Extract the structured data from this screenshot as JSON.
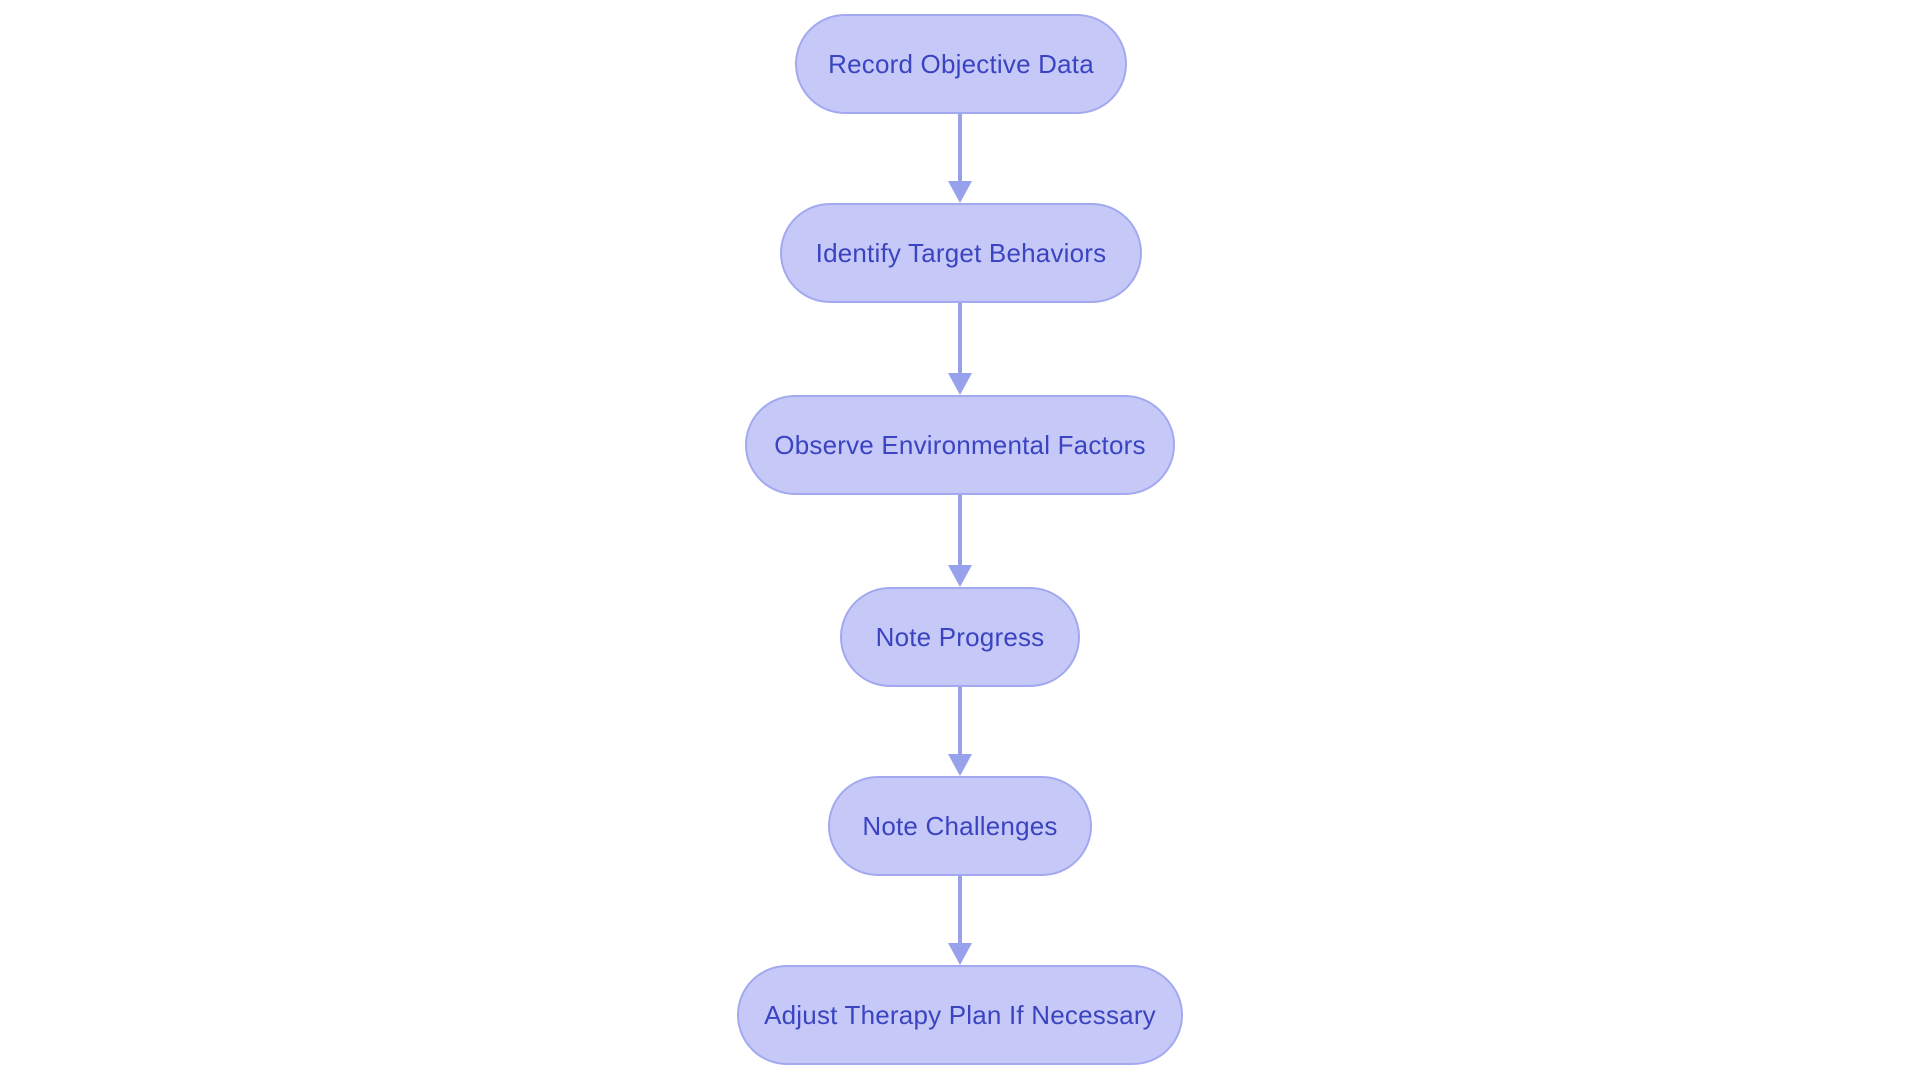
{
  "flowchart": {
    "type": "vertical-flowchart",
    "colors": {
      "canvas-bg": "#ffffff",
      "node-fill": "#c6c9f8",
      "node-border": "#a2a9ef",
      "node-text": "#3b44c0",
      "arrow": "#98a1ec"
    },
    "nodes": [
      {
        "id": "record-objective-data",
        "label": "Record Objective Data"
      },
      {
        "id": "identify-target-behaviors",
        "label": "Identify Target Behaviors"
      },
      {
        "id": "observe-environmental-factors",
        "label": "Observe Environmental Factors"
      },
      {
        "id": "note-progress",
        "label": "Note Progress"
      },
      {
        "id": "note-challenges",
        "label": "Note Challenges"
      },
      {
        "id": "adjust-therapy-plan",
        "label": "Adjust Therapy Plan If Necessary"
      }
    ],
    "edges": [
      {
        "from": "record-objective-data",
        "to": "identify-target-behaviors"
      },
      {
        "from": "identify-target-behaviors",
        "to": "observe-environmental-factors"
      },
      {
        "from": "observe-environmental-factors",
        "to": "note-progress"
      },
      {
        "from": "note-progress",
        "to": "note-challenges"
      },
      {
        "from": "note-challenges",
        "to": "adjust-therapy-plan"
      }
    ]
  }
}
